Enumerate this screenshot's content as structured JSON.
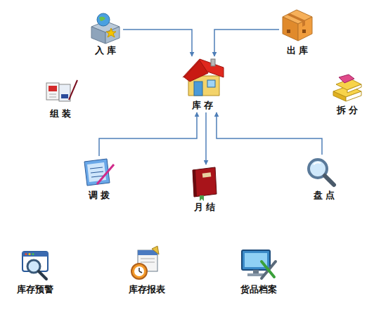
{
  "diagram": {
    "nodes": [
      {
        "text": [
          "入 库"
        ]
      },
      {
        "text": [
          "出 库"
        ]
      },
      {
        "text": [
          "库 存"
        ]
      },
      {
        "text": [
          "组 装"
        ]
      },
      {
        "text": [
          "拆 分"
        ]
      },
      {
        "text": [
          "调 拨"
        ]
      },
      {
        "text": [
          "月 结"
        ]
      },
      {
        "text": [
          "盘 点"
        ]
      },
      {
        "text": [
          "库存预警"
        ]
      },
      {
        "text": [
          "库存报表"
        ]
      },
      {
        "text": [
          "货品档案"
        ]
      }
    ],
    "edges": [
      {
        "from": 0,
        "to": 2,
        "arrow": "to"
      },
      {
        "from": 1,
        "to": 2,
        "arrow": "to"
      },
      {
        "from": 5,
        "to": 2,
        "arrow": "to"
      },
      {
        "from": 2,
        "to": 6,
        "arrow": "to"
      },
      {
        "from": 7,
        "to": 2,
        "arrow": "to"
      }
    ]
  }
}
